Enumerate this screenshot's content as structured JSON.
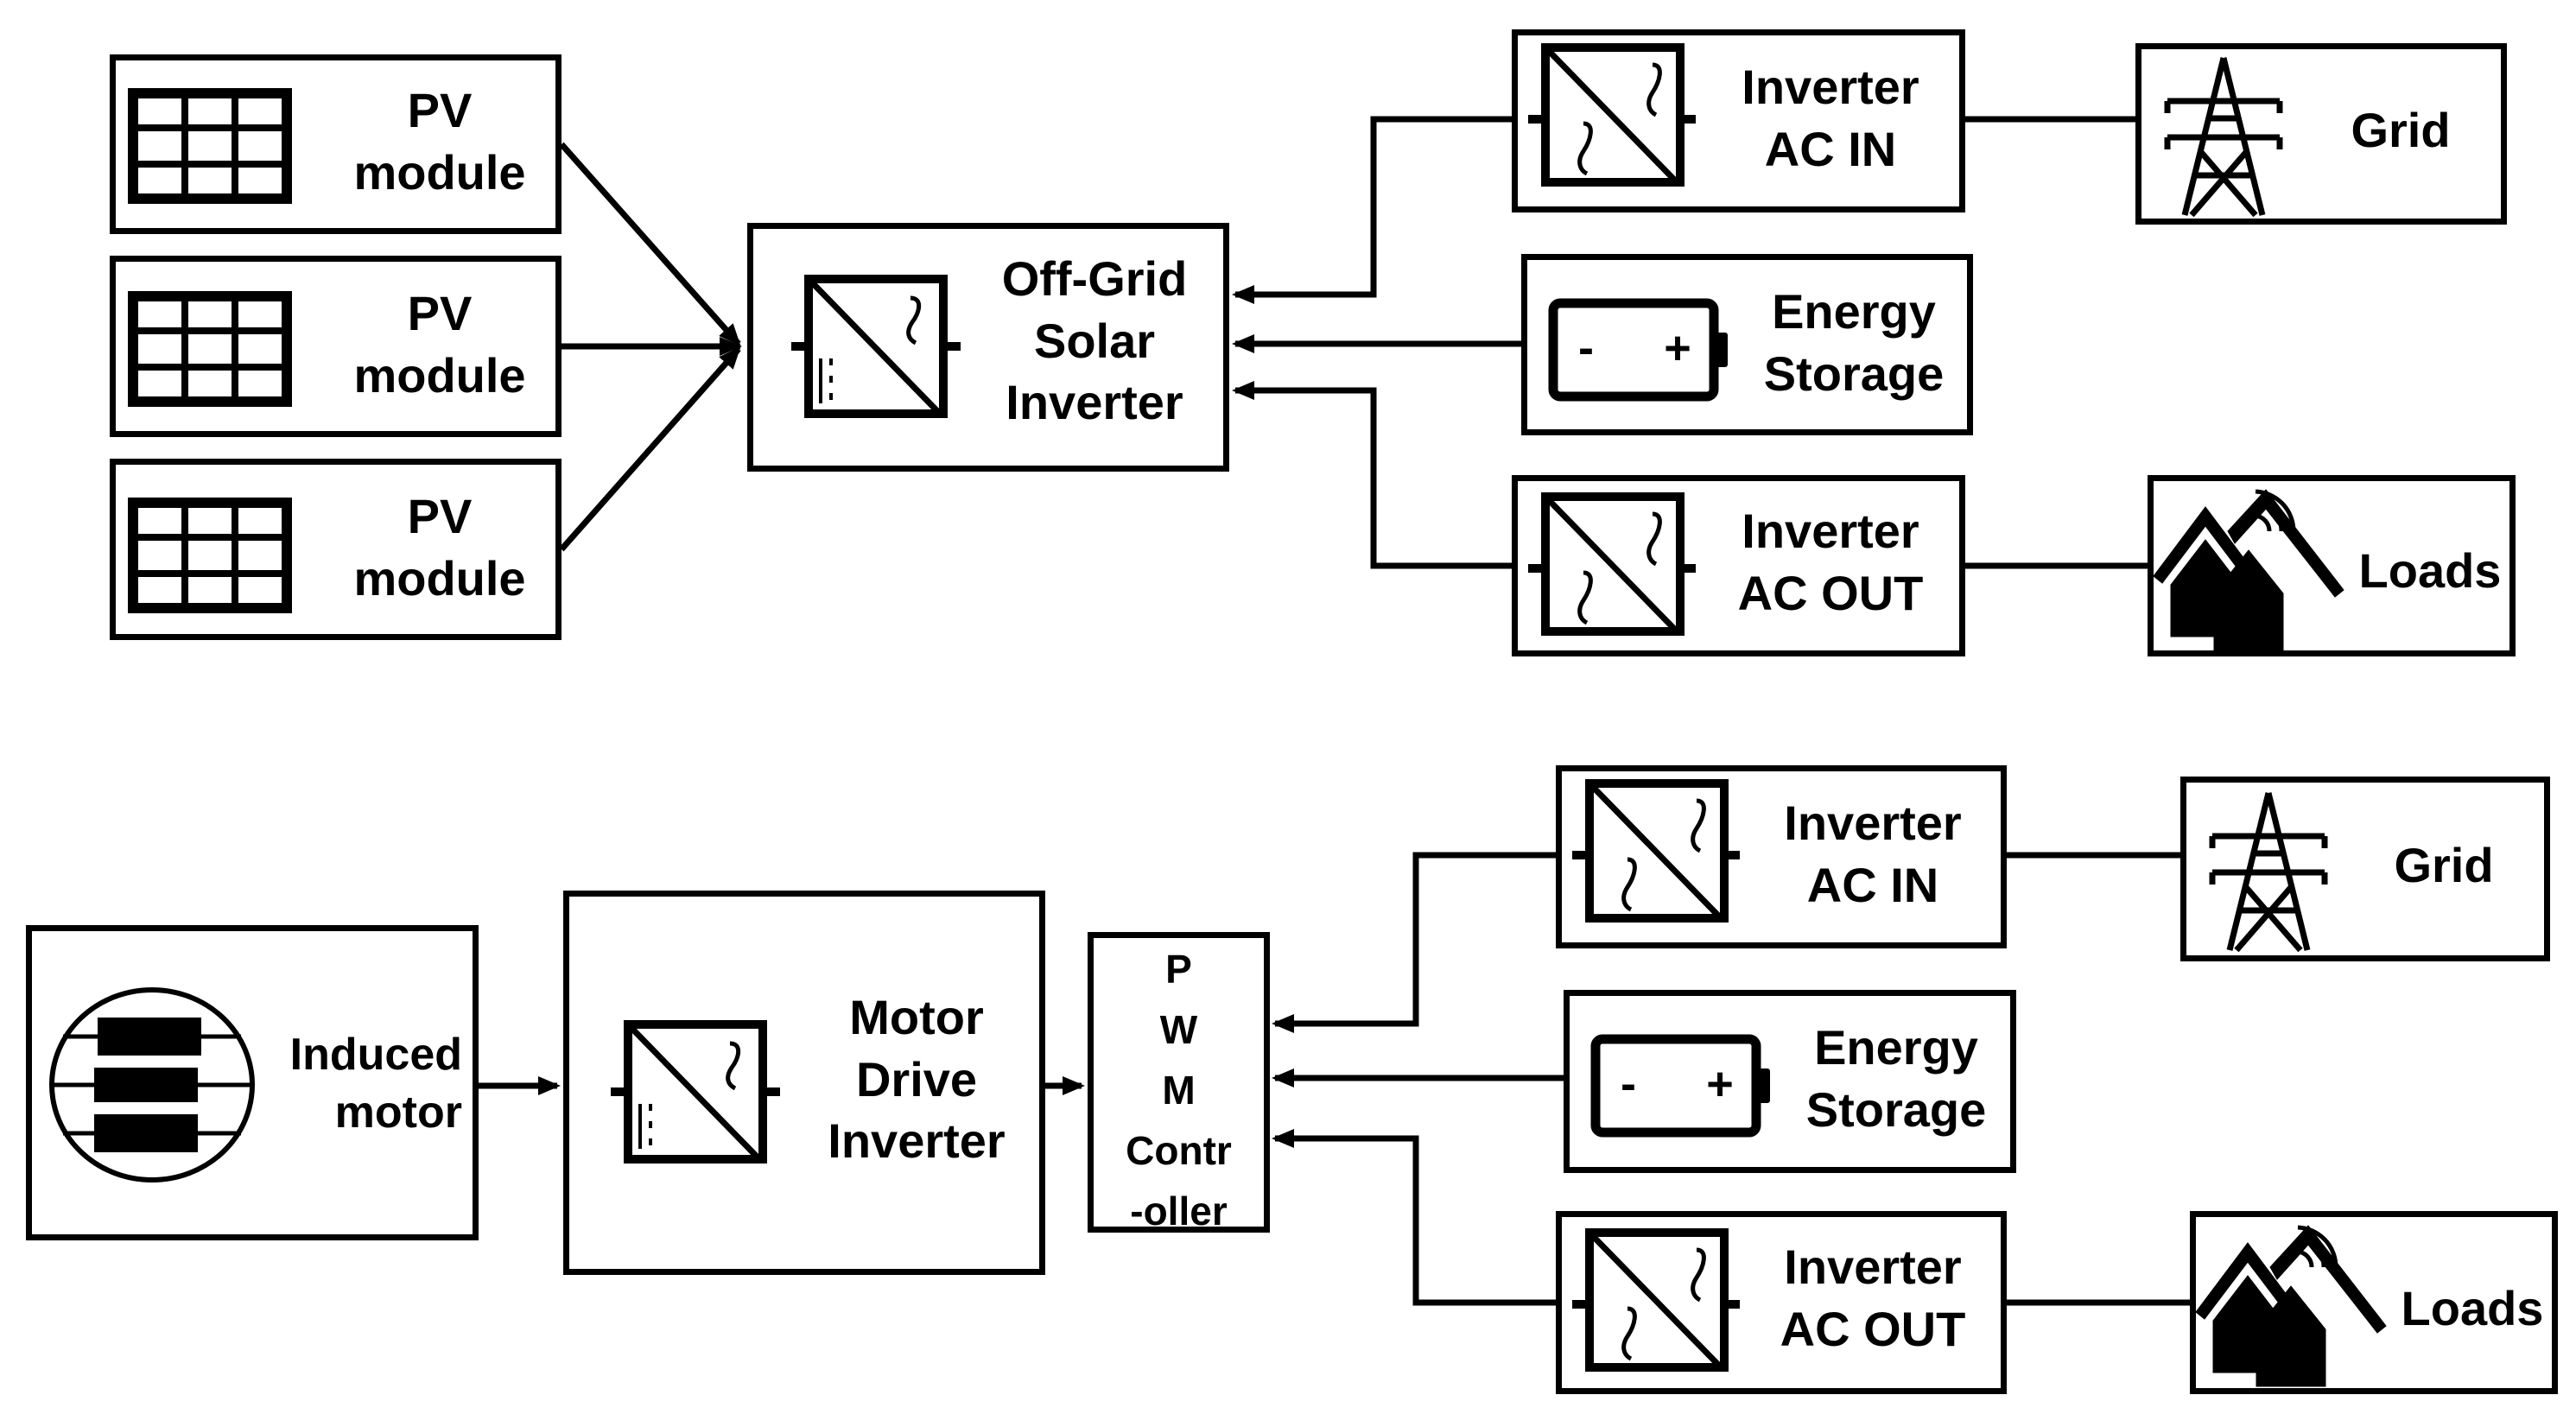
{
  "diagram": {
    "title": "",
    "colors": {
      "stroke": "#000000",
      "background": "#ffffff"
    },
    "top": {
      "pv_modules": [
        {
          "label": "PV\nmodule",
          "icon": "solar-panel-icon"
        },
        {
          "label": "PV\nmodule",
          "icon": "solar-panel-icon"
        },
        {
          "label": "PV\nmodule",
          "icon": "solar-panel-icon"
        }
      ],
      "central": {
        "label": "Off-Grid\nSolar\nInverter",
        "icon": "dc-ac-converter-icon"
      },
      "inverter_in": {
        "label": "Inverter\nAC IN",
        "icon": "ac-ac-converter-icon"
      },
      "storage": {
        "label": "Energy\nStorage",
        "icon": "battery-icon",
        "minus": "-",
        "plus": "+"
      },
      "inverter_out": {
        "label": "Inverter\nAC OUT",
        "icon": "ac-ac-converter-icon"
      },
      "grid": {
        "label": "Grid",
        "icon": "transmission-tower-icon"
      },
      "loads": {
        "label": "Loads",
        "icon": "houses-icon"
      }
    },
    "bottom": {
      "motor": {
        "label": "Induced\nmotor",
        "icon": "motor-icon"
      },
      "drive": {
        "label": "Motor\nDrive\nInverter",
        "icon": "dc-ac-converter-icon"
      },
      "pwm": {
        "label": "P\nW\nM\nContr\n-oller"
      },
      "inverter_in": {
        "label": "Inverter\nAC IN",
        "icon": "ac-ac-converter-icon"
      },
      "storage": {
        "label": "Energy\nStorage",
        "icon": "battery-icon",
        "minus": "-",
        "plus": "+"
      },
      "inverter_out": {
        "label": "Inverter\nAC OUT",
        "icon": "ac-ac-converter-icon"
      },
      "grid": {
        "label": "Grid",
        "icon": "transmission-tower-icon"
      },
      "loads": {
        "label": "Loads",
        "icon": "houses-icon"
      }
    },
    "connections": [
      {
        "from": "PV module 1",
        "to": "Off-Grid Solar Inverter"
      },
      {
        "from": "PV module 2",
        "to": "Off-Grid Solar Inverter"
      },
      {
        "from": "PV module 3",
        "to": "Off-Grid Solar Inverter"
      },
      {
        "from": "Inverter AC IN",
        "to": "Off-Grid Solar Inverter"
      },
      {
        "from": "Energy Storage",
        "to": "Off-Grid Solar Inverter"
      },
      {
        "from": "Inverter AC OUT",
        "to": "Off-Grid Solar Inverter"
      },
      {
        "from": "Grid",
        "to": "Inverter AC IN"
      },
      {
        "from": "Loads",
        "to": "Inverter AC OUT"
      },
      {
        "from": "Induced motor",
        "to": "Motor Drive Inverter"
      },
      {
        "from": "Motor Drive Inverter",
        "to": "PWM Controller"
      },
      {
        "from": "Inverter AC IN",
        "to": "PWM Controller"
      },
      {
        "from": "Energy Storage",
        "to": "PWM Controller"
      },
      {
        "from": "Inverter AC OUT",
        "to": "PWM Controller"
      }
    ]
  }
}
